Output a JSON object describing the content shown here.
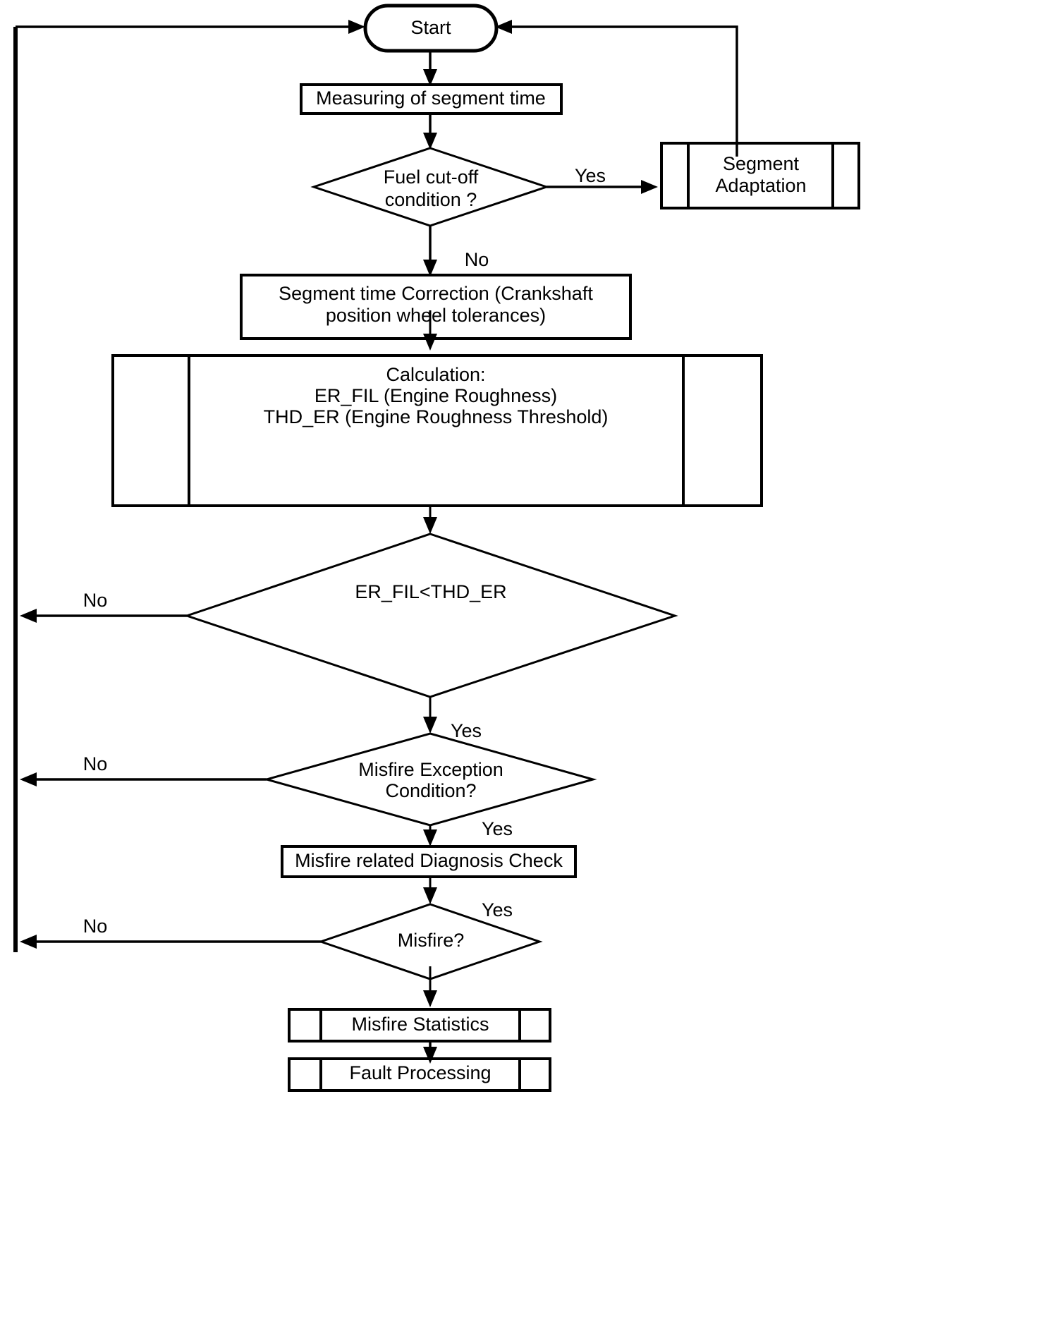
{
  "diagram": {
    "title": "Misfire Detection Flowchart",
    "type": "flowchart",
    "colors": {
      "stroke": "#000000",
      "fill": "#ffffff",
      "text": "#000000"
    }
  },
  "nodes": {
    "start": {
      "label": "Start",
      "shape": "terminator"
    },
    "measuring": {
      "label": "Measuring of segment time",
      "shape": "process"
    },
    "fuel_cutoff": {
      "label_line1": "Fuel cut-off",
      "label_line2": "condition ?",
      "shape": "decision"
    },
    "segment_adaptation": {
      "label_line1": "Segment",
      "label_line2": "Adaptation",
      "shape": "predefined-process"
    },
    "segment_correction": {
      "label_line1": "Segment time Correction (Crankshaft",
      "label_line2": "position wheel tolerances)",
      "shape": "process"
    },
    "calculation": {
      "label_line1": "Calculation:",
      "label_line2": "ER_FIL (Engine Roughness)",
      "label_line3": "THD_ER (Engine Roughness Threshold)",
      "shape": "predefined-process"
    },
    "er_fil_check": {
      "label": "ER_FIL<THD_ER",
      "shape": "decision"
    },
    "misfire_exception": {
      "label_line1": "Misfire Exception",
      "label_line2": "Condition?",
      "shape": "decision"
    },
    "diagnosis_check": {
      "label": "Misfire related Diagnosis Check",
      "shape": "process"
    },
    "misfire": {
      "label": "Misfire?",
      "shape": "decision"
    },
    "misfire_statistics": {
      "label": "Misfire Statistics",
      "shape": "predefined-process"
    },
    "fault_processing": {
      "label": "Fault Processing",
      "shape": "predefined-process"
    }
  },
  "edge_labels": {
    "fuel_cutoff_yes": "Yes",
    "fuel_cutoff_no": "No",
    "er_fil_no": "No",
    "er_fil_yes": "Yes",
    "exception_no": "No",
    "exception_yes": "Yes",
    "misfire_no": "No",
    "misfire_yes": "Yes"
  }
}
